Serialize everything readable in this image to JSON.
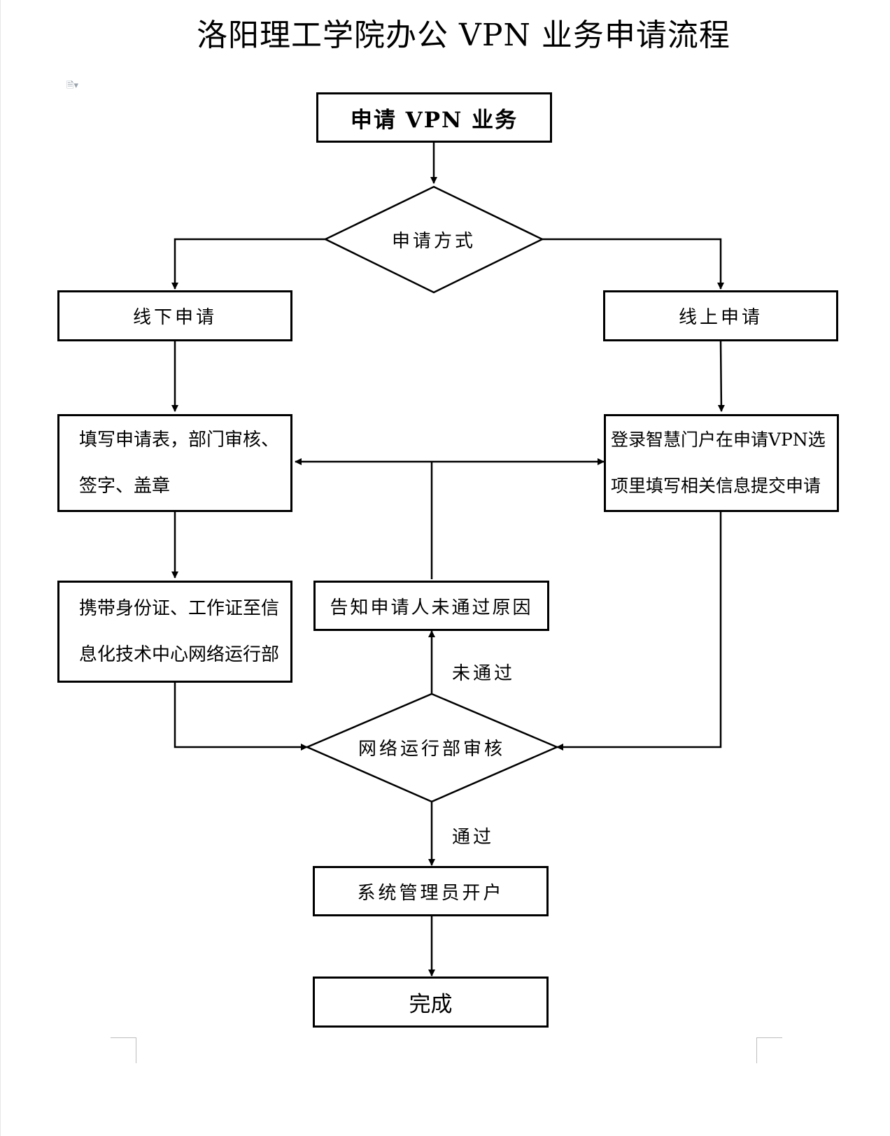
{
  "title": "洛阳理工学院办公 VPN 业务申请流程",
  "nodes": {
    "start": "申请 VPN 业务",
    "method": "申请方式",
    "offline": "线下申请",
    "online": "线上申请",
    "offline_fill_line1": "填写申请表，部门审核、",
    "offline_fill_line2": "签字、盖章",
    "online_fill_line1": "登录智慧门户在申请VPN选",
    "online_fill_line2": "项里填写相关信息提交申请",
    "carry_line1": "携带身份证、工作证至信",
    "carry_line2": "息化技术中心网络运行部",
    "notify": "告知申请人未通过原因",
    "review": "网络运行部审核",
    "open_account": "系统管理员开户",
    "done": "完成"
  },
  "edge_labels": {
    "fail": "未通过",
    "pass": "通过"
  }
}
